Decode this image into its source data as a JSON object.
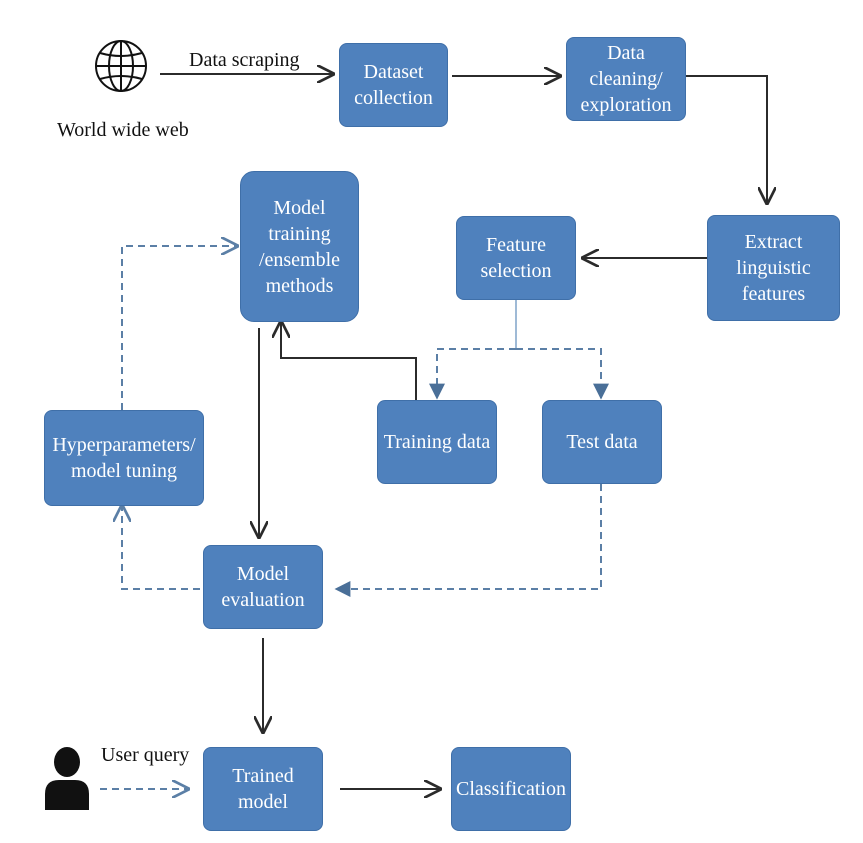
{
  "colors": {
    "box_fill": "#4f81bd",
    "box_text": "#ffffff",
    "solid_line": "#2b2b2b",
    "dashed_line": "#5b7fa6"
  },
  "nodes": {
    "dataset_collection": "Dataset\ncollection",
    "data_cleaning": "Data cleaning/\nexploration",
    "extract_features": "Extract linguistic\nfeatures",
    "feature_selection": "Feature\nselection",
    "model_training": "Model training\n/ensemble\nmethods",
    "training_data": "Training data",
    "test_data": "Test data",
    "hyperparameters": "Hyperparameters/\nmodel tuning",
    "model_evaluation": "Model\nevaluation",
    "trained_model": "Trained model",
    "classification": "Classification"
  },
  "labels": {
    "world_wide_web": "World wide web",
    "data_scraping": "Data scraping",
    "user_query": "User query"
  },
  "icons": {
    "web": "globe-icon",
    "user": "user-silhouette-icon"
  }
}
